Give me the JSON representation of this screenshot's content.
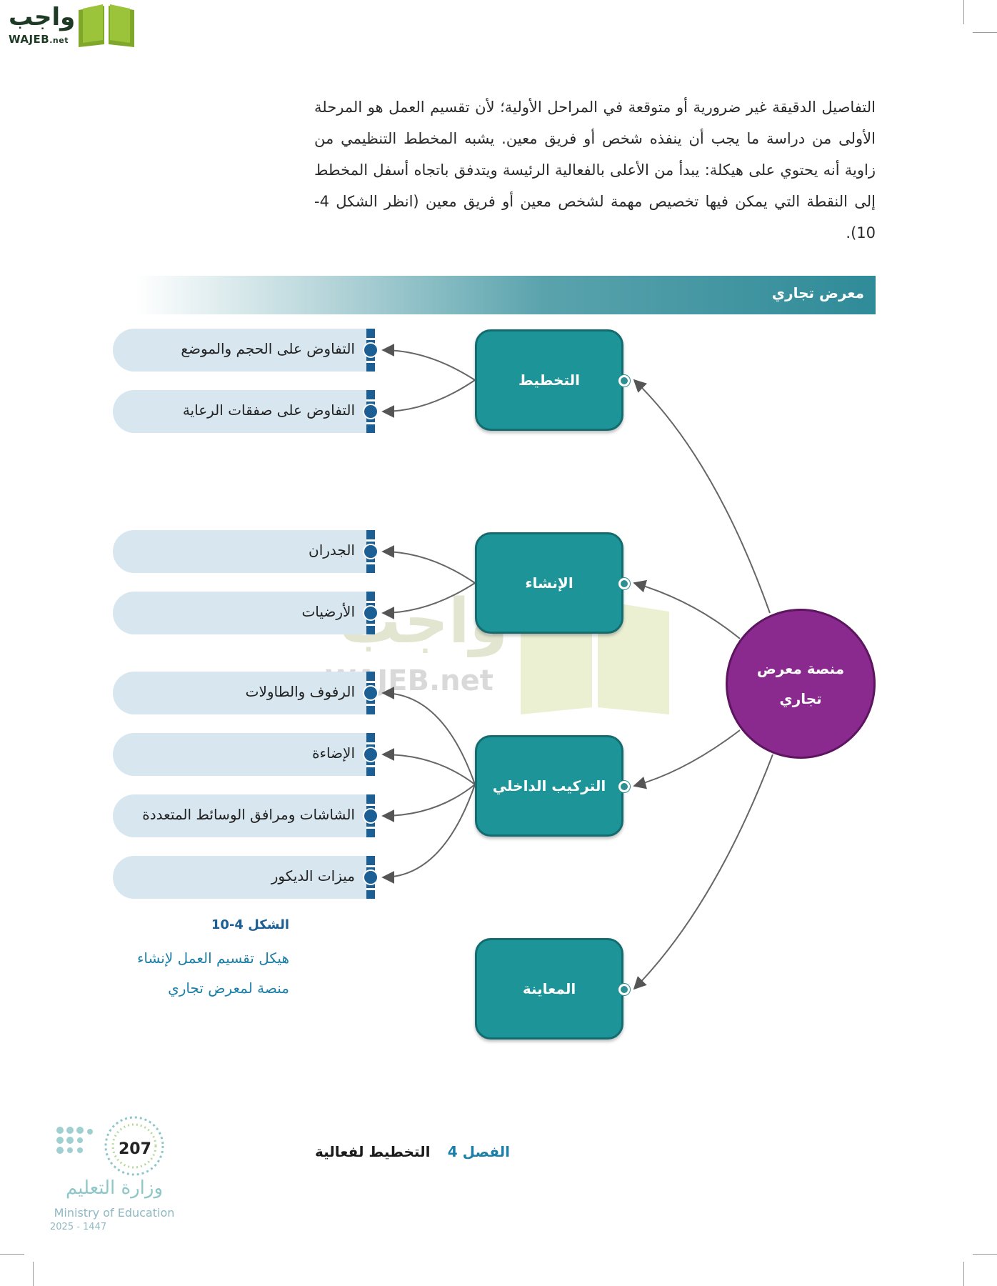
{
  "logo": {
    "word": "واجب",
    "latin": "WAJEB",
    "latin_suffix": ".net"
  },
  "intro_text": "التفاصيل الدقيقة غير ضرورية أو متوقعة في المراحل الأولية؛ لأن تقسيم العمل هو المرحلة الأولى من دراسة ما يجب أن ينفذه شخص أو فريق معين. يشبه المخطط التنظيمي من زاوية أنه يحتوي على هيكلة: يبدأ من الأعلى بالفعالية الرئيسة ويتدفق باتجاه أسفل المخطط إلى النقطة التي يمكن فيها تخصيص مهمة لشخص معين أو فريق معين (انظر الشكل 4-10).",
  "banner_title": "معرض تجاري",
  "hub": "منصة معرض تجاري",
  "tasks": [
    "التخطيط",
    "الإنشاء",
    "التركيب الداخلي",
    "المعاينة"
  ],
  "leaves": [
    "التفاوض على الحجم والموضع",
    "التفاوض على صفقات الرعاية",
    "الجدران",
    "الأرضيات",
    "الرفوف والطاولات",
    "الإضاءة",
    "الشاشات ومرافق الوسائط المتعددة",
    "ميزات الديكور"
  ],
  "figure": {
    "number": "الشكل 4-10",
    "caption": "هيكل تقسيم العمل لإنشاء منصة لمعرض تجاري"
  },
  "footer": {
    "chapter_label": "الفصل 4",
    "chapter_title": "التخطيط لفعالية",
    "page_number": "207"
  },
  "ministry": {
    "arabic": "وزارة التعليم",
    "english": "Ministry of Education",
    "years": "2025 - 1447"
  },
  "watermark": {
    "word": "واجب",
    "latin": "WAJEB.net"
  },
  "colors": {
    "task": "#1d9497",
    "hub": "#8a2a8f",
    "leaf_bg": "#d8e6ef",
    "leaf_bar": "#1b5f95",
    "caption": "#1b7fa8"
  }
}
